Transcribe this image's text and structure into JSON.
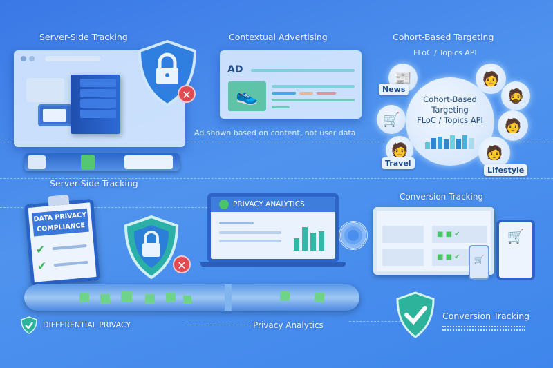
{
  "sections": {
    "server_side": {
      "title": "Server-Side Tracking",
      "caption": "Server-Side Tracking"
    },
    "contextual": {
      "title": "Contextual Advertising",
      "ad_label": "AD",
      "caption": "Ad shown based on content, not user data"
    },
    "cohort": {
      "title": "Cohort-Based Targeting",
      "subtitle": "FLoC / Topics API",
      "center_line1": "Cohort-Based",
      "center_line2": "Targeting",
      "center_line3": "FLoC / Topics API",
      "tags": [
        "News",
        "Travel",
        "Lifestyle"
      ]
    },
    "compliance": {
      "line1": "DATA PRIVACY",
      "line2": "COMPLIANCE"
    },
    "analytics": {
      "header": "PRIVACY ANALYTICS",
      "caption": "Privacy Analytics"
    },
    "conversion": {
      "title": "Conversion Tracking",
      "caption": "Conversion Tracking"
    },
    "differential": {
      "label": "DIFFERENTIAL PRIVACY"
    }
  },
  "colors": {
    "accent_green": "#4cc46a",
    "danger_red": "#e04a52",
    "shield_blue": "#2f7fe0"
  }
}
